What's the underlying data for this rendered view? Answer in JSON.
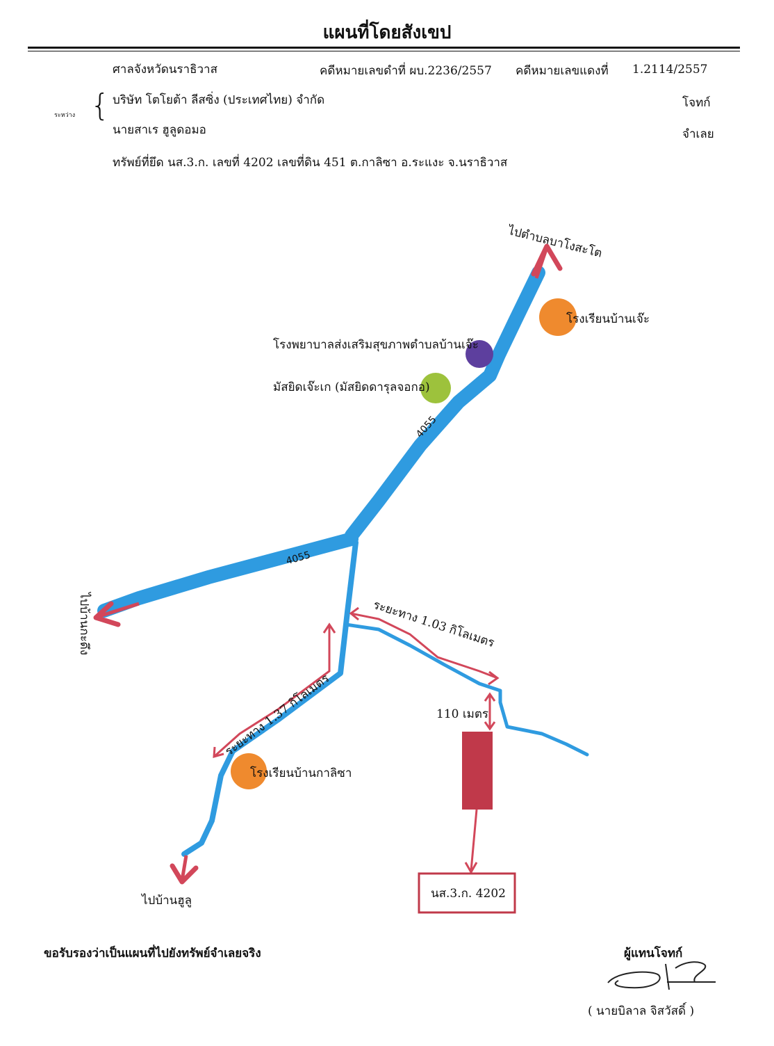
{
  "title": "แผนที่โดยสังเขป",
  "header": {
    "court": "ศาลจังหวัดนราธิวาส",
    "black_case": "คดีหมายเลขดำที่ ผบ.2236/2557",
    "red_case_label": "คดีหมายเลขแดงที่",
    "red_case_number": "1.2114/2557",
    "between_label": "ระหว่าง",
    "plaintiff_name": "บริษัท โตโยต้า ลีสซิ่ง (ประเทศไทย) จำกัด",
    "plaintiff_role": "โจทก์",
    "defendant_name": "นายสาเร ฮูลูดอมอ",
    "defendant_role": "จำเลย",
    "property": "ทรัพย์ที่ยึด นส.3.ก. เลขที่ 4202 เลขที่ดิน 451 ต.กาลิซา อ.ระแงะ จ.นราธิวาส"
  },
  "map": {
    "colors": {
      "road": "#2f9be0",
      "arrow": "#d2475a",
      "plot": "#c0394a",
      "school": "#ef8a2e",
      "hospital": "#5d3f9e",
      "mosque": "#9dc23c"
    },
    "labels": {
      "to_balongsato": "ไปตำบลบาโงสะโต",
      "school_ban_je": "โรงเรียนบ้านเจ๊ะ",
      "hospital": "โรงพยาบาลส่งเสริมสุขภาพตำบลบ้านเจ๊ะ",
      "mosque": "มัสยิดเจ๊ะเก (มัสยิดดารุลจอกอ)",
      "road_upper": "4055",
      "road_lower": "4055",
      "to_ban_kadueng": "ไปบ้านกะดึง",
      "distance_1": "ระยะทาง 1.03 กิโลเมตร",
      "distance_2": "ระยะทาง 1.37 กิโลเมตร",
      "distance_3": "110 เมตร",
      "school_kalisa": "โรงเรียนบ้านกาลิซา",
      "to_ban_hulu": "ไปบ้านฮูลู",
      "plot_box": "นส.3.ก. 4202"
    }
  },
  "footer": {
    "certify": "ขอรับรองว่าเป็นแผนที่ไปยังทรัพย์จำเลยจริง",
    "representative": "ผู้แทนโจทก์",
    "signer": "(   นายบิลาล จิสวัสดิ์   )"
  }
}
